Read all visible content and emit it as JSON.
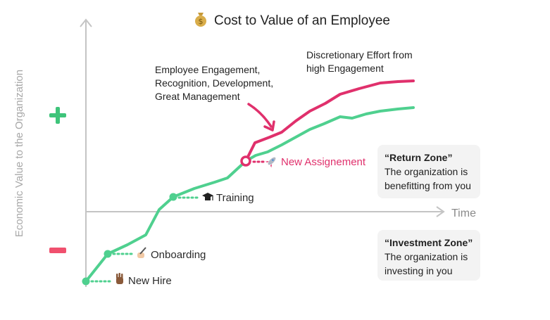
{
  "title": "Cost to Value of an Employee",
  "y_axis_label": "Economic Value to the Organization",
  "x_axis_label": "Time",
  "plus_icon": "plus-icon",
  "minus_icon": "minus-icon",
  "milestones": {
    "new_hire": "New Hire",
    "onboarding": "Onboarding",
    "training": "Training",
    "new_assignment": "New Assignement"
  },
  "annotations": {
    "engagement": [
      "Employee Engagement,",
      "Recognition, Development,",
      "Great Management"
    ],
    "discretionary": [
      "Discretionary Effort from",
      "high Engagement"
    ]
  },
  "zones": {
    "return": {
      "title": "“Return Zone”",
      "lines": [
        "The organization is",
        "benefitting from you"
      ]
    },
    "investment": {
      "title": "“Investment Zone”",
      "lines": [
        "The organization is",
        "investing in you"
      ]
    }
  },
  "colors": {
    "green": "#4fd08f",
    "pink": "#e0306c",
    "plus": "#3ec47a",
    "minus": "#f0506e",
    "axis": "#c4c4c4"
  }
}
